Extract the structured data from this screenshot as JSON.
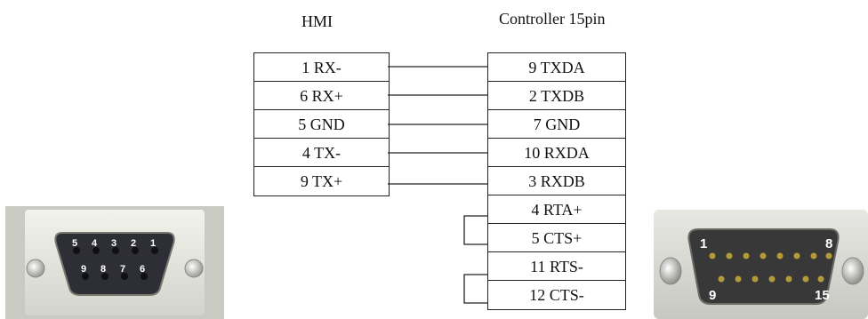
{
  "hmi": {
    "title": "HMI",
    "pins": [
      "1 RX-",
      "6 RX+",
      "5 GND",
      "4 TX-",
      "9 TX+"
    ]
  },
  "controller": {
    "title": "Controller 15pin",
    "pins": [
      "9 TXDA",
      "2 TXDB",
      "7 GND",
      "10 RXDA",
      "3 RXDB",
      "4 RTA+",
      "5 CTS+",
      "11 RTS-",
      "12 CTS-"
    ]
  },
  "connector_db9": {
    "icon": "db9-connector-icon",
    "top_pins": [
      "5",
      "4",
      "3",
      "2",
      "1"
    ],
    "bottom_pins": [
      "9",
      "8",
      "7",
      "6"
    ]
  },
  "connector_db15": {
    "icon": "db15-connector-icon",
    "labels": {
      "top_left": "1",
      "top_right": "8",
      "bottom_left": "9",
      "bottom_right": "15"
    }
  }
}
